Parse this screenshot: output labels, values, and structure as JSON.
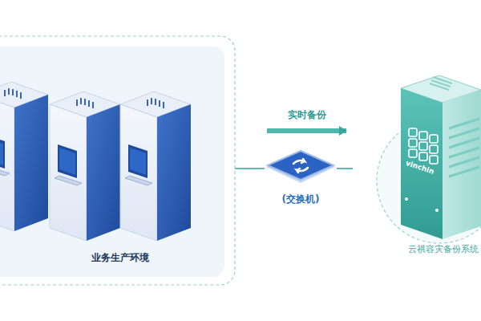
{
  "diagram": {
    "nodes": [
      {
        "text": [
          "业务生产环境"
        ]
      },
      {
        "text": [
          "(交换机)"
        ]
      },
      {
        "text": [
          "云祺容灾备份系统"
        ]
      }
    ],
    "edges": [
      {
        "from": 0,
        "to": 1,
        "arrow": "none"
      },
      {
        "from": 1,
        "to": 2,
        "arrow": "none"
      },
      {
        "from": 0,
        "to": 2,
        "label": "实时备份",
        "arrow": "to"
      }
    ],
    "labels": [
      "vinchin"
    ]
  }
}
